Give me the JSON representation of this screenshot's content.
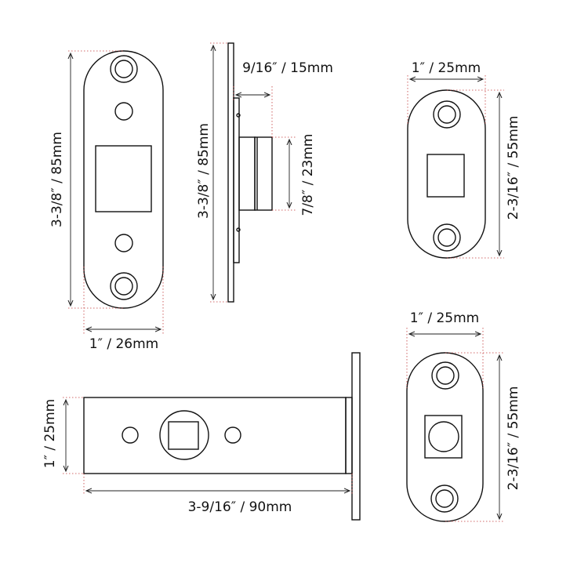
{
  "dimensions": {
    "strike_height": "3-3/8″ / 85mm",
    "strike_width": "1″ / 26mm",
    "side_height": "3-3/8″ / 85mm",
    "side_projection": "9/16″ / 15mm",
    "side_box_height": "7/8″ / 23mm",
    "small_plate_top_width": "1″ / 25mm",
    "small_plate_top_height": "2-3/16″ / 55mm",
    "small_plate_bottom_width": "1″ / 25mm",
    "small_plate_bottom_height": "2-3/16″ / 55mm",
    "latch_height": "1″ / 25mm",
    "latch_length": "3-9/16″ / 90mm"
  }
}
